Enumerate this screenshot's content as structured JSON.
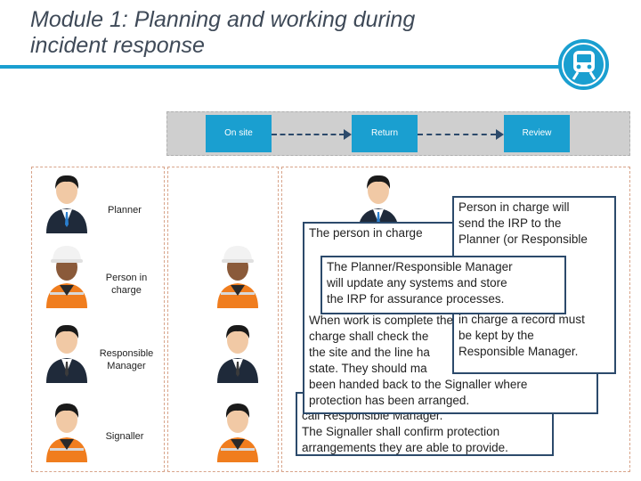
{
  "slide": {
    "title_line1": "Module 1: Planning and working during",
    "title_line2": "incident response"
  },
  "phases": [
    "On site",
    "Return",
    "Review"
  ],
  "roles": [
    "Planner",
    "Person in charge",
    "Responsible Manager",
    "Signaller"
  ],
  "boxes": {
    "signaller_box": [
      "call Responsible Manager.",
      "The Signaller shall confirm protection",
      "arrangements they are able to provide."
    ],
    "return_box": [
      "The person in charge",
      "When work is complete the person",
      "charge shall check the",
      "the site and the line ha",
      "state. They should ma",
      "been handed back to the Signaller where",
      "protection has been arranged."
    ],
    "planner_update_box": [
      "The Planner/Responsible Manager",
      "will update any systems and store",
      "the IRP for assurance processes."
    ],
    "review_box": [
      "Person in charge will",
      "send the IRP to the",
      "Planner (or Responsible",
      "in charge a record must",
      "be kept by the",
      "Responsible Manager."
    ]
  },
  "colors": {
    "accent": "#1a9fd0",
    "box_border": "#2c4a6b",
    "band": "#cfcfcf",
    "lane_border": "#d8a48a"
  }
}
